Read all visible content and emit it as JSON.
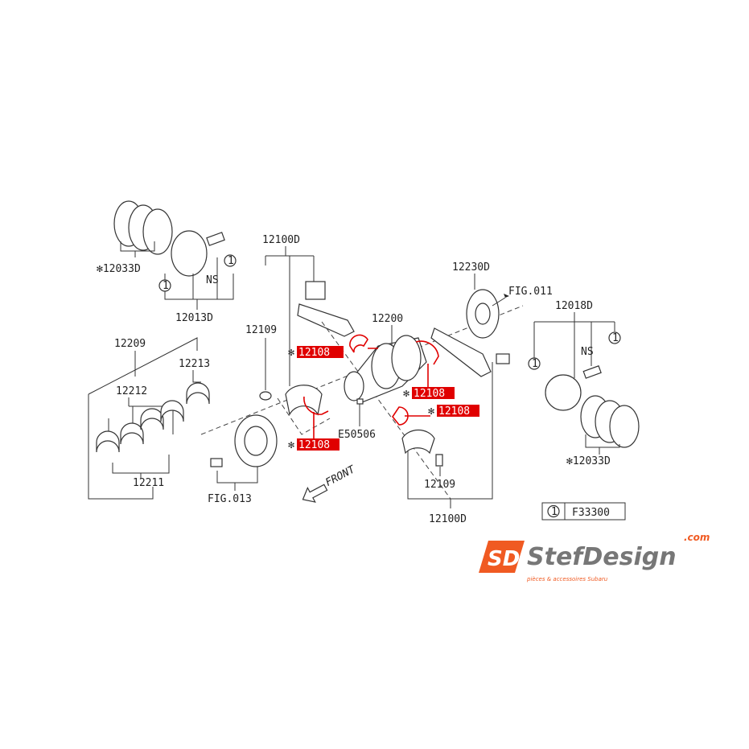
{
  "accent_color": "#e00000",
  "labels": {
    "conrod_set_top": "12100D",
    "conrod_set_bottom": "12100D",
    "piston_ring_left": "✻12033D",
    "piston_ring_right": "✻12033D",
    "piston_left": "12013D",
    "piston_right": "12018D",
    "ns_left": "NS",
    "ns_right": "NS",
    "bolt_left": "12109",
    "bolt_bottom": "12109",
    "bearing_set": "12209",
    "bearing_thrust": "12213",
    "bearing_upper": "12212",
    "bearing_lower": "12211",
    "crankshaft": "12200",
    "reluctor": "12230D",
    "fig_011": "FIG.011",
    "fig_013": "FIG.013",
    "key": "E50506",
    "front": "FRONT",
    "circle_ref": "1"
  },
  "highlighted_parts": [
    "12108",
    "12108",
    "12108",
    "12108"
  ],
  "highlight_prefix": "✻",
  "legend": {
    "symbol": "1",
    "code": "F33300"
  },
  "logo": {
    "name": "StefDesign",
    "suffix": ".com",
    "tagline": "pièces & accessoires Subaru",
    "mark": "SD",
    "color": "#f05a22"
  }
}
